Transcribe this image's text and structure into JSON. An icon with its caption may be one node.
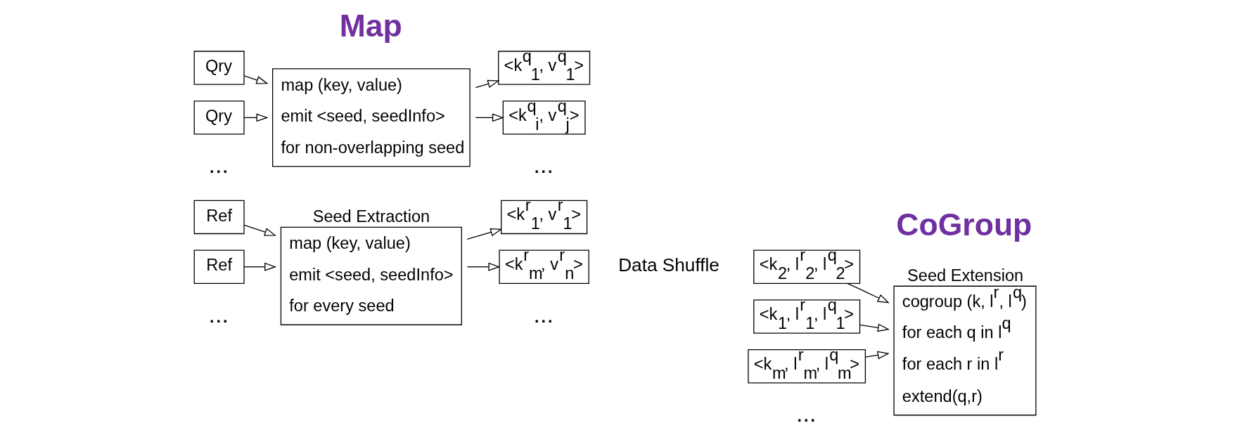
{
  "diagram": {
    "nodes": [
      {
        "text": [
          "Ref"
        ]
      },
      {
        "text": [
          "Ref"
        ]
      },
      {
        "text": [
          "Qry"
        ]
      },
      {
        "text": [
          "Qry"
        ]
      },
      {
        "text": [
          "Seed Extraction",
          "map (key, value)",
          "emit <seed, seedInfo>",
          "for every seed"
        ]
      },
      {
        "text": [
          "map (key, value)",
          "emit <seed, seedInfo>",
          "for non-overlapping seed"
        ]
      },
      {
        "text": [
          "<k$^{r}$$_{1}$, v$^{r}$$_{1}$>"
        ]
      },
      {
        "text": [
          "<k$^{r}$$_{m}$, v$^{r}$$_{n}$>"
        ]
      },
      {
        "text": [
          "<k$^{q}$$_{1}$, v$^{q}$$_{1}$>"
        ]
      },
      {
        "text": [
          "<k$^{q}$$_{i}$, v$^{q}$$_{j}$>"
        ]
      },
      {
        "text": [
          "<k$_{1}$, l$^{r}$$_{1}$, l$^{q}$$_{1}$>"
        ]
      },
      {
        "text": [
          "<k$_{2}$, l$^{r}$$_{2}$, l$^{q}$$_{2}$>"
        ]
      },
      {
        "text": [
          "<k$_{m}$, l$^{r}$$_{m}$, l$^{q}$$_{m}$>"
        ]
      },
      {
        "text": [
          "Seed Extension",
          "cogroup (k, l$^{r}$, l$^{q}$)",
          "for each q in l$^{q}$",
          "for each r in l$^{r}$",
          "extend(q,r)"
        ]
      }
    ],
    "edges": [
      {
        "from": 0,
        "to": 4,
        "arrow": "to"
      },
      {
        "from": 1,
        "to": 4,
        "arrow": "to"
      },
      {
        "from": 2,
        "to": 5,
        "arrow": "to"
      },
      {
        "from": 3,
        "to": 5,
        "arrow": "to"
      },
      {
        "from": 4,
        "to": 6,
        "arrow": "to"
      },
      {
        "from": 4,
        "to": 7,
        "arrow": "to"
      },
      {
        "from": 5,
        "to": 8,
        "arrow": "to"
      },
      {
        "from": 5,
        "to": 9,
        "arrow": "to"
      },
      {
        "from": 10,
        "to": 13,
        "arrow": "to"
      },
      {
        "from": 11,
        "to": 13,
        "arrow": "to"
      },
      {
        "from": 12,
        "to": 13,
        "arrow": "to"
      }
    ],
    "labels": [
      "...",
      "...",
      "...",
      "...",
      "Data Shuffle",
      "...",
      "Map",
      "CoGroup"
    ]
  }
}
